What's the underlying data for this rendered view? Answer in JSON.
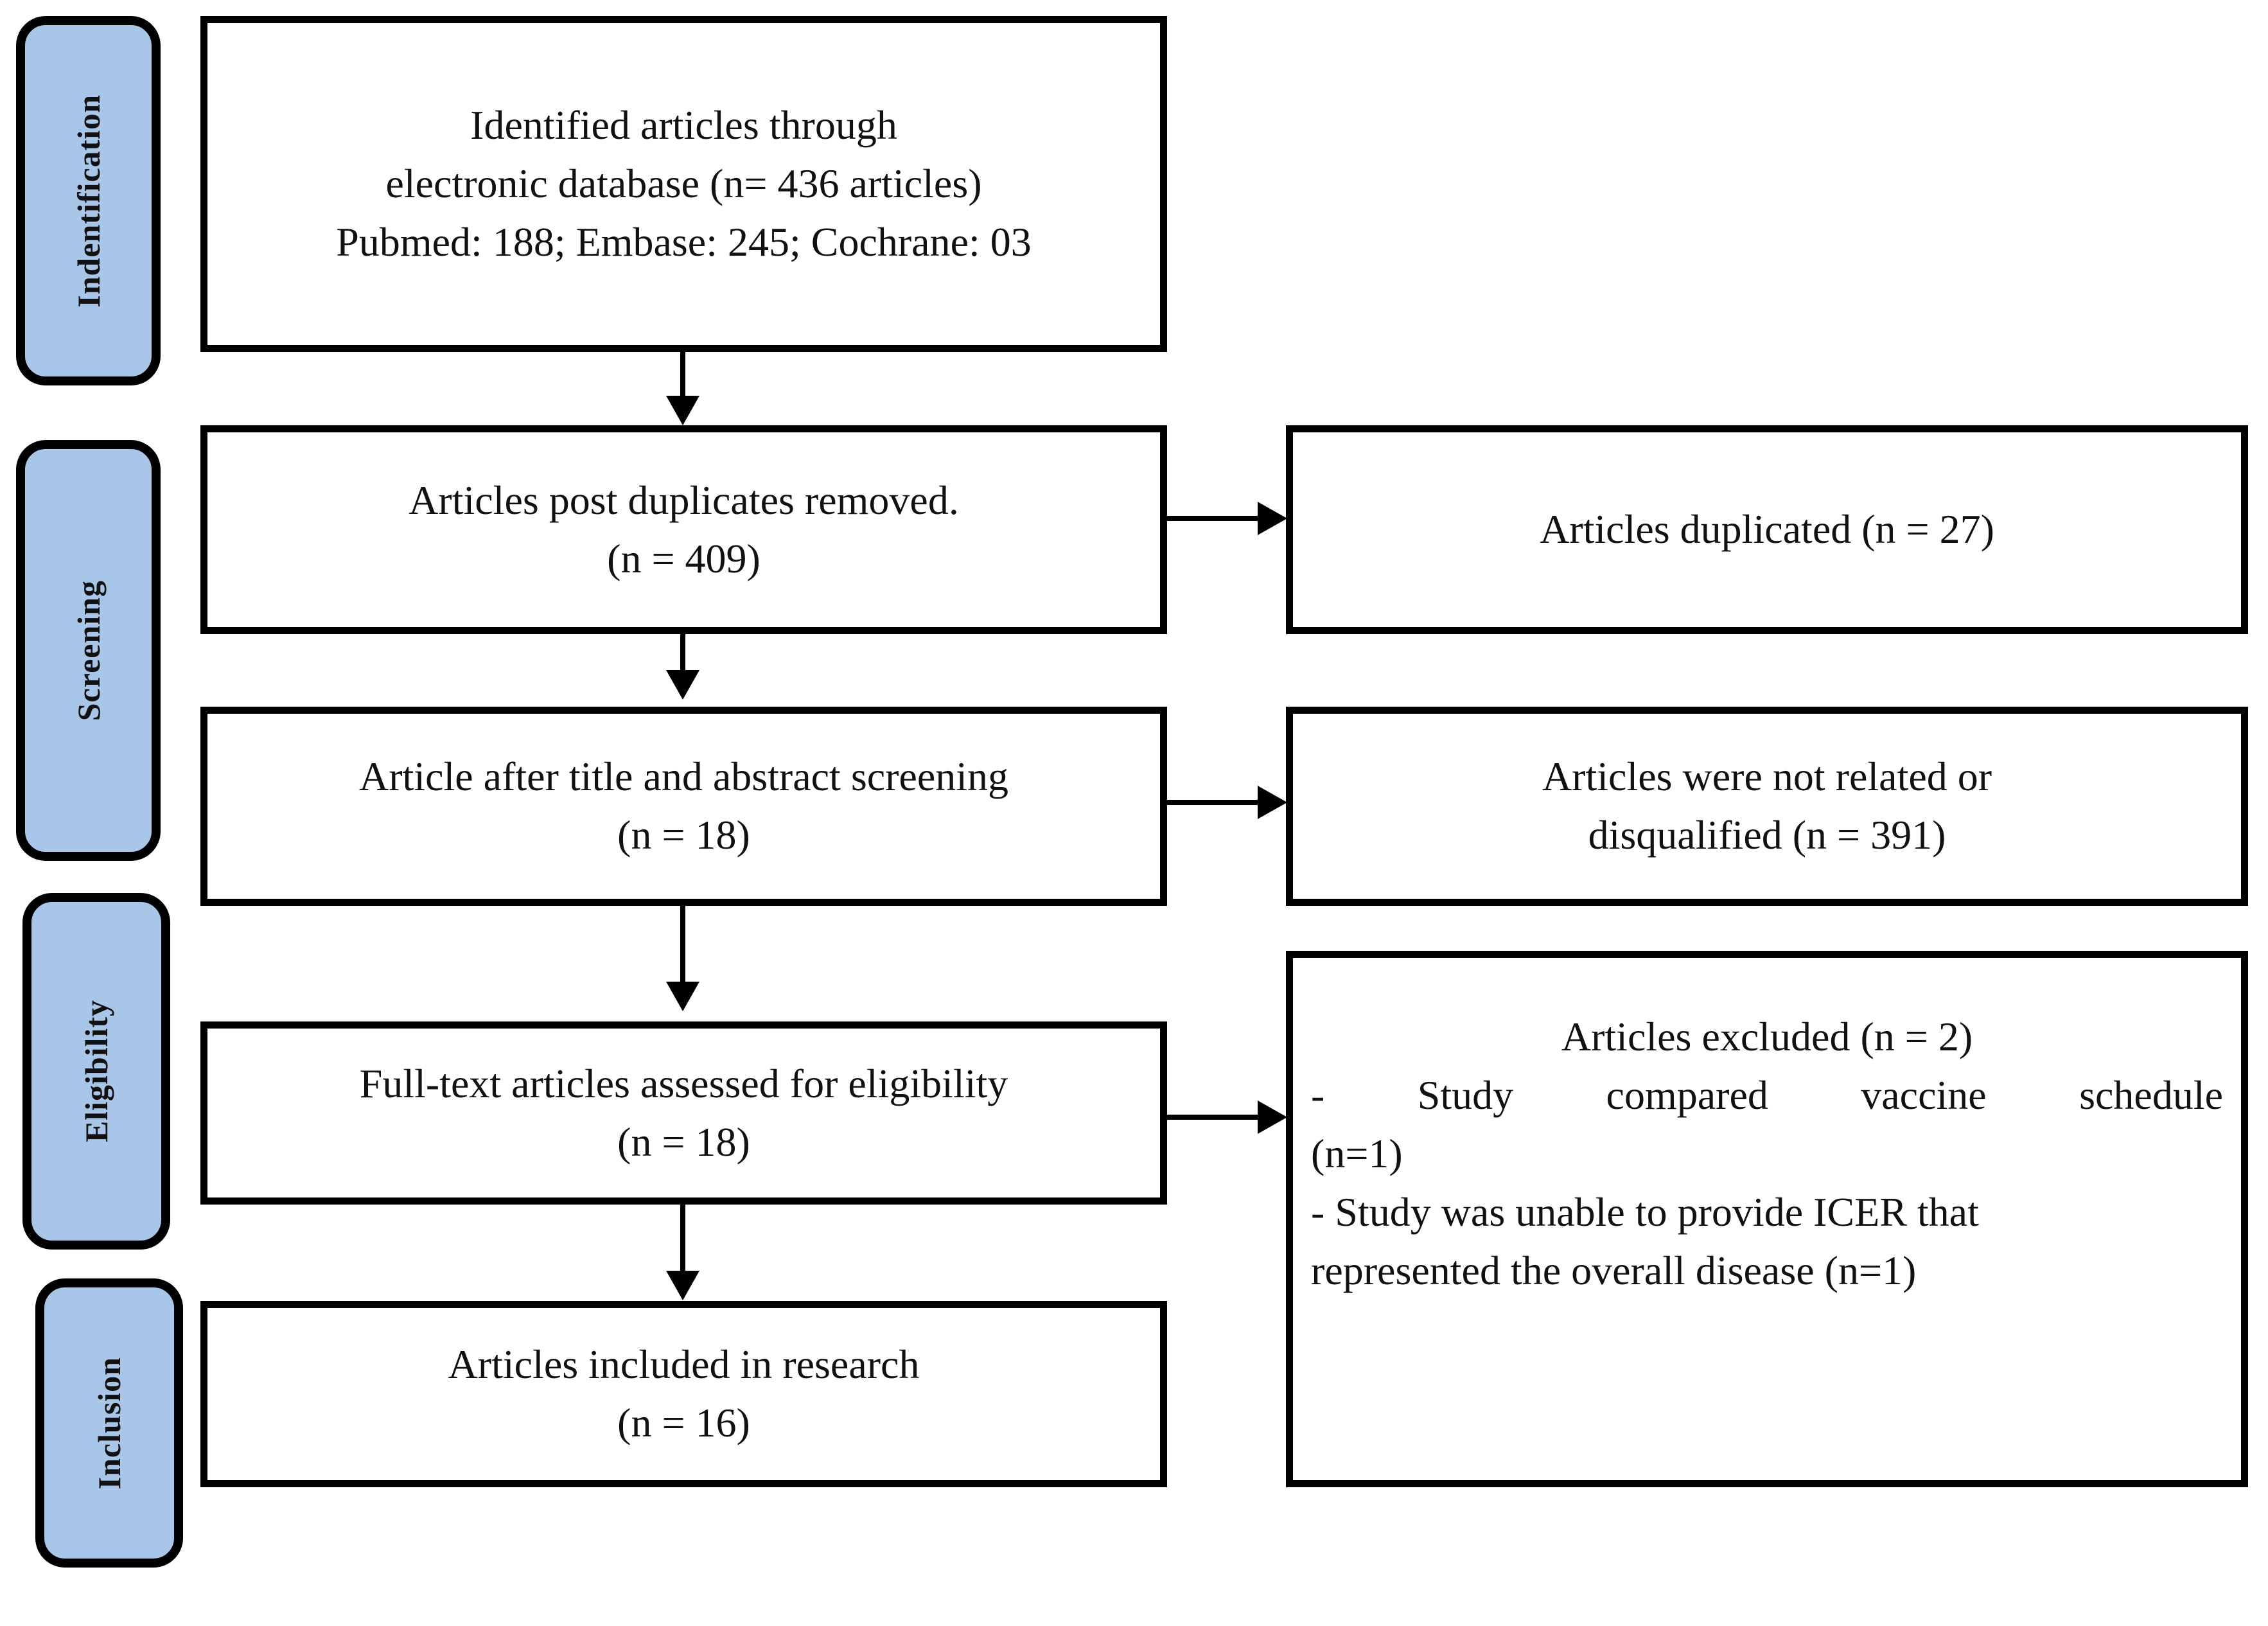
{
  "diagram": {
    "title": "PRISMA study selection flow diagram",
    "accent_color": "#A8C6E8",
    "line_color": "#000000",
    "background_color": "#FFFFFF"
  },
  "stages": [
    {
      "label": "Indentification"
    },
    {
      "label": "Screening"
    },
    {
      "label": "Eligibility"
    },
    {
      "label": "Inclusion"
    }
  ],
  "flow": {
    "identified": {
      "line1": "Identified articles through",
      "line2": "electronic database (n= 436 articles)",
      "line3": "Pubmed: 188; Embase: 245; Cochrane: 03"
    },
    "post_duplicates": {
      "line1": "Articles post duplicates removed.",
      "line2": "(n = 409)"
    },
    "duplicated": {
      "line1": "Articles duplicated (n = 27)"
    },
    "after_screening": {
      "line1": "Article after title and abstract screening",
      "line2": "(n = 18)"
    },
    "not_related": {
      "line1": "Articles were not related or",
      "line2": "disqualified (n = 391)"
    },
    "full_text": {
      "line1": "Full-text articles assessed for eligibility",
      "line2": "(n = 18)"
    },
    "excluded": {
      "line1": "Articles excluded (n = 2)",
      "line2": "- Study compared vaccine schedule",
      "line3": "(n=1)",
      "line4": "- Study was unable to provide ICER that",
      "line5": "represented the overall disease (n=1)"
    },
    "included": {
      "line1": "Articles included in research",
      "line2": "(n = 16)"
    }
  },
  "counts": {
    "identified_total": 436,
    "pubmed": 188,
    "embase": 245,
    "cochrane": 3,
    "after_duplicates": 409,
    "duplicates_removed": 27,
    "after_title_abstract_screening": 18,
    "not_related_or_disqualified": 391,
    "full_text_assessed": 18,
    "excluded_full_text": 2,
    "excluded_vaccine_schedule": 1,
    "excluded_no_overall_icer": 1,
    "included": 16
  }
}
